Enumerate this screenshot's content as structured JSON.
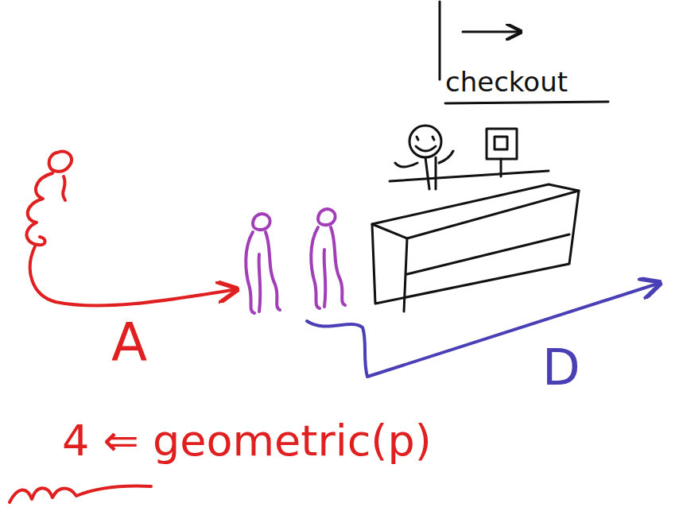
{
  "diagram": {
    "labels": [
      "checkout",
      "A",
      "D",
      "4 ⇐ geometric(p)"
    ]
  }
}
